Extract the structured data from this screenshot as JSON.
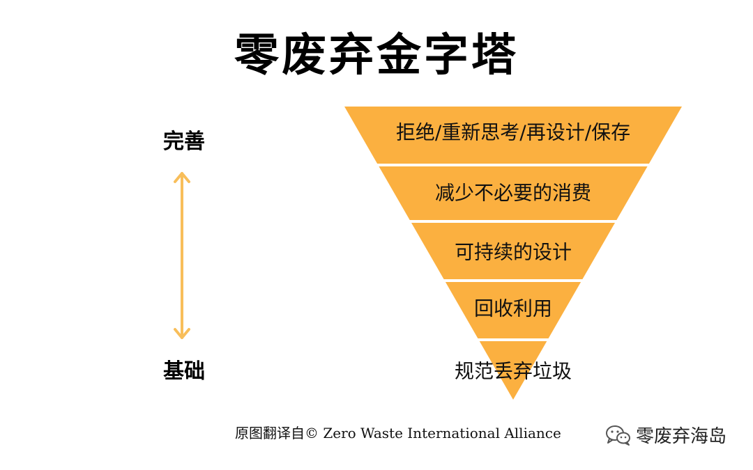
{
  "title": "零废弃金字塔",
  "scale": {
    "top_label": "完善",
    "bottom_label": "基础"
  },
  "pyramid": {
    "tiers": [
      {
        "label": "拒绝/重新思考/再设计/保存"
      },
      {
        "label": "减少不必要的消费"
      },
      {
        "label": "可持续的设计"
      },
      {
        "label": "回收利用"
      },
      {
        "label": "规范丢弃垃圾"
      }
    ]
  },
  "credit": "原图翻译自© Zero Waste International Alliance",
  "watermark": {
    "text": "零废弃海岛",
    "icon": "wechat-icon"
  },
  "colors": {
    "tier_fill": "#FBB040",
    "arrow": "#F8BE5A",
    "text": "#111111"
  }
}
